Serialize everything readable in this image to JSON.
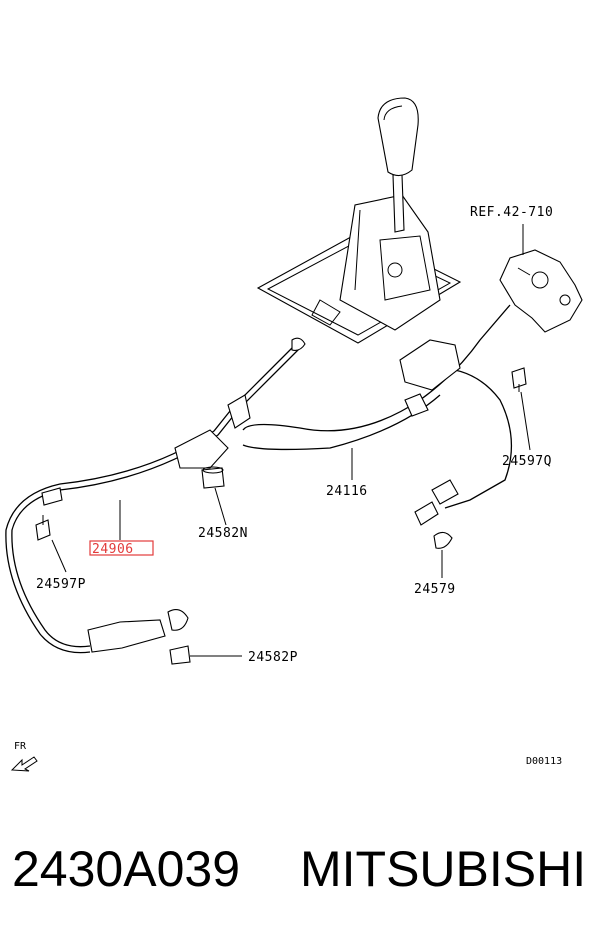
{
  "diagram": {
    "labels": {
      "ref": "REF.42-710",
      "p24597Q": "24597Q",
      "p24116": "24116",
      "p24582N": "24582N",
      "p24906": "24906",
      "p24597P": "24597P",
      "p24579": "24579",
      "p24582P": "24582P",
      "fr": "FR",
      "code": "D00113"
    },
    "highlight_color": "#e23b3b"
  },
  "footer": {
    "part_number": "2430A039",
    "brand": "MITSUBISHI"
  }
}
